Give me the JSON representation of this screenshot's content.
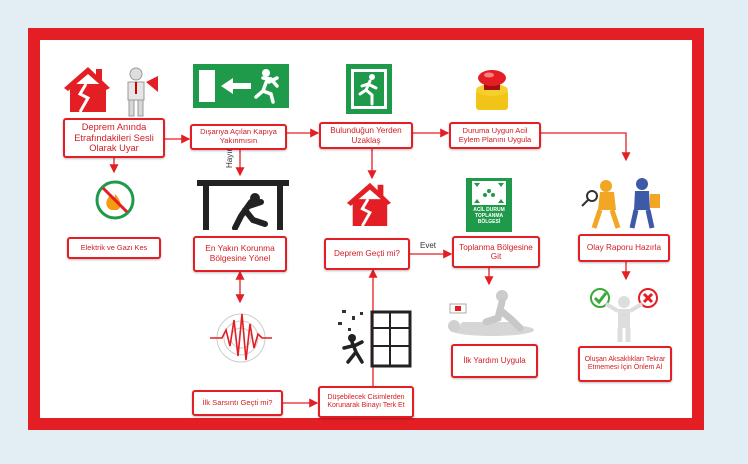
{
  "boxes": {
    "b1": "Deprem Anında Etrafındakileri Sesli Olarak Uyar",
    "b2": "Dışarıya Açılan Kapıya Yakınmısın",
    "b3": "Bulunduğun Yerden Uzaklaş",
    "b4": "Duruma Uygun Acil Eylem Planını Uygula",
    "b5": "Elektrik ve Gazı Kes",
    "b6": "En Yakın Korunma Bölgesine Yönel",
    "b7": "Deprem Geçti mi?",
    "b8": "Toplanma Bölgesine Git",
    "b9": "Olay Raporu Hazırla",
    "b10": "İlk Yardım Uygula",
    "b11": "Oluşan Aksaklıkları Tekrar Etmemesi İçin Önlem Al",
    "b12": "İlk Sarsıntı Geçti mi?",
    "b13": "Düşebilecek Cisimlerden Korunarak Binayı Terk Et"
  },
  "labels": {
    "hayir": "Hayır",
    "evet": "Evet"
  },
  "sign": {
    "line1": "ACİL DURUM",
    "line2": "TOPLANMA",
    "line3": "BÖLGESİ"
  },
  "colors": {
    "frame": "#e31e24",
    "background": "#e3edf4",
    "exit_green": "#1f9a4a"
  },
  "icons": [
    "house-crack-icon",
    "megaphone-man-icon",
    "exit-sign-icon",
    "running-exit-icon",
    "emergency-button-icon",
    "no-fire-icon",
    "duck-cover-icon",
    "assembly-point-sign-icon",
    "report-figures-icon",
    "seismograph-icon",
    "falling-debris-icon",
    "first-aid-icon",
    "check-cross-figure-icon"
  ]
}
